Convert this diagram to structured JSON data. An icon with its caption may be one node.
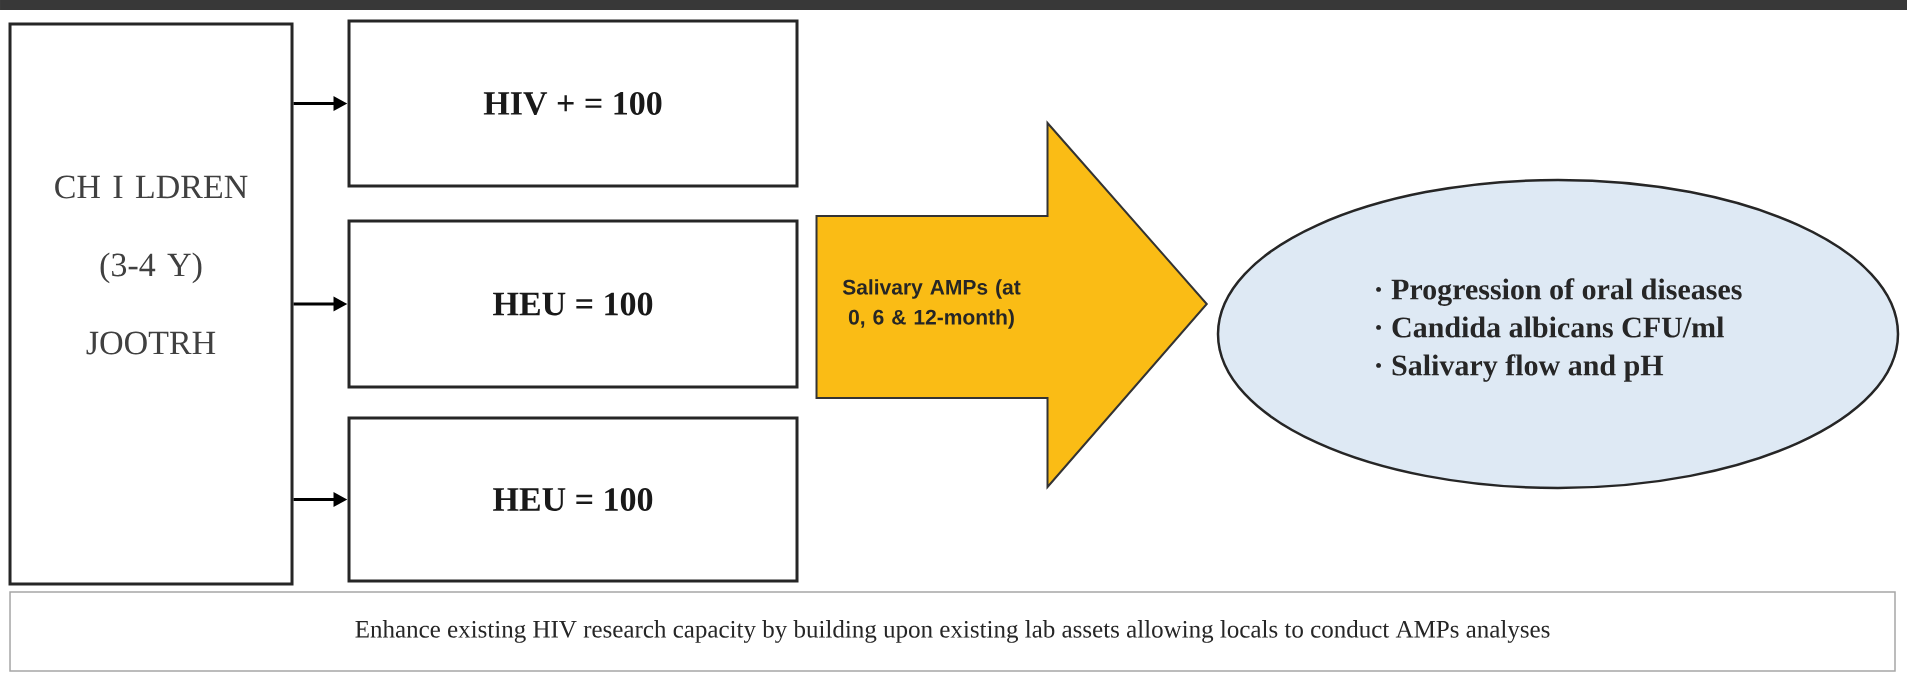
{
  "diagram": {
    "nodes": [
      {
        "text": [
          "CH I LDREN (3-4 Y) JOOTRH"
        ]
      },
      {
        "text": [
          "HIV + = 100"
        ]
      },
      {
        "text": [
          "HEU = 100"
        ]
      },
      {
        "text": [
          "HEU = 100"
        ]
      },
      {
        "text": [
          "· Progression of oral diseases",
          "· Candida albicans CFU/ml",
          "· Salivary flow and pH"
        ]
      },
      {
        "text": [
          "Enhance existing HIV research capacity by building upon existing lab assets allowing locals to conduct AMPs analyses"
        ]
      }
    ],
    "edges": [
      {
        "from": 0,
        "to": 1,
        "arrow": "to"
      },
      {
        "from": 0,
        "to": 2,
        "arrow": "to"
      },
      {
        "from": 0,
        "to": 3,
        "arrow": "to"
      },
      {
        "from": 2,
        "to": 4,
        "arrow": "to",
        "label": "Salivary AMPs (at 0, 6 & 12-month)",
        "style": "thick",
        "color": "#fabc15"
      }
    ]
  }
}
